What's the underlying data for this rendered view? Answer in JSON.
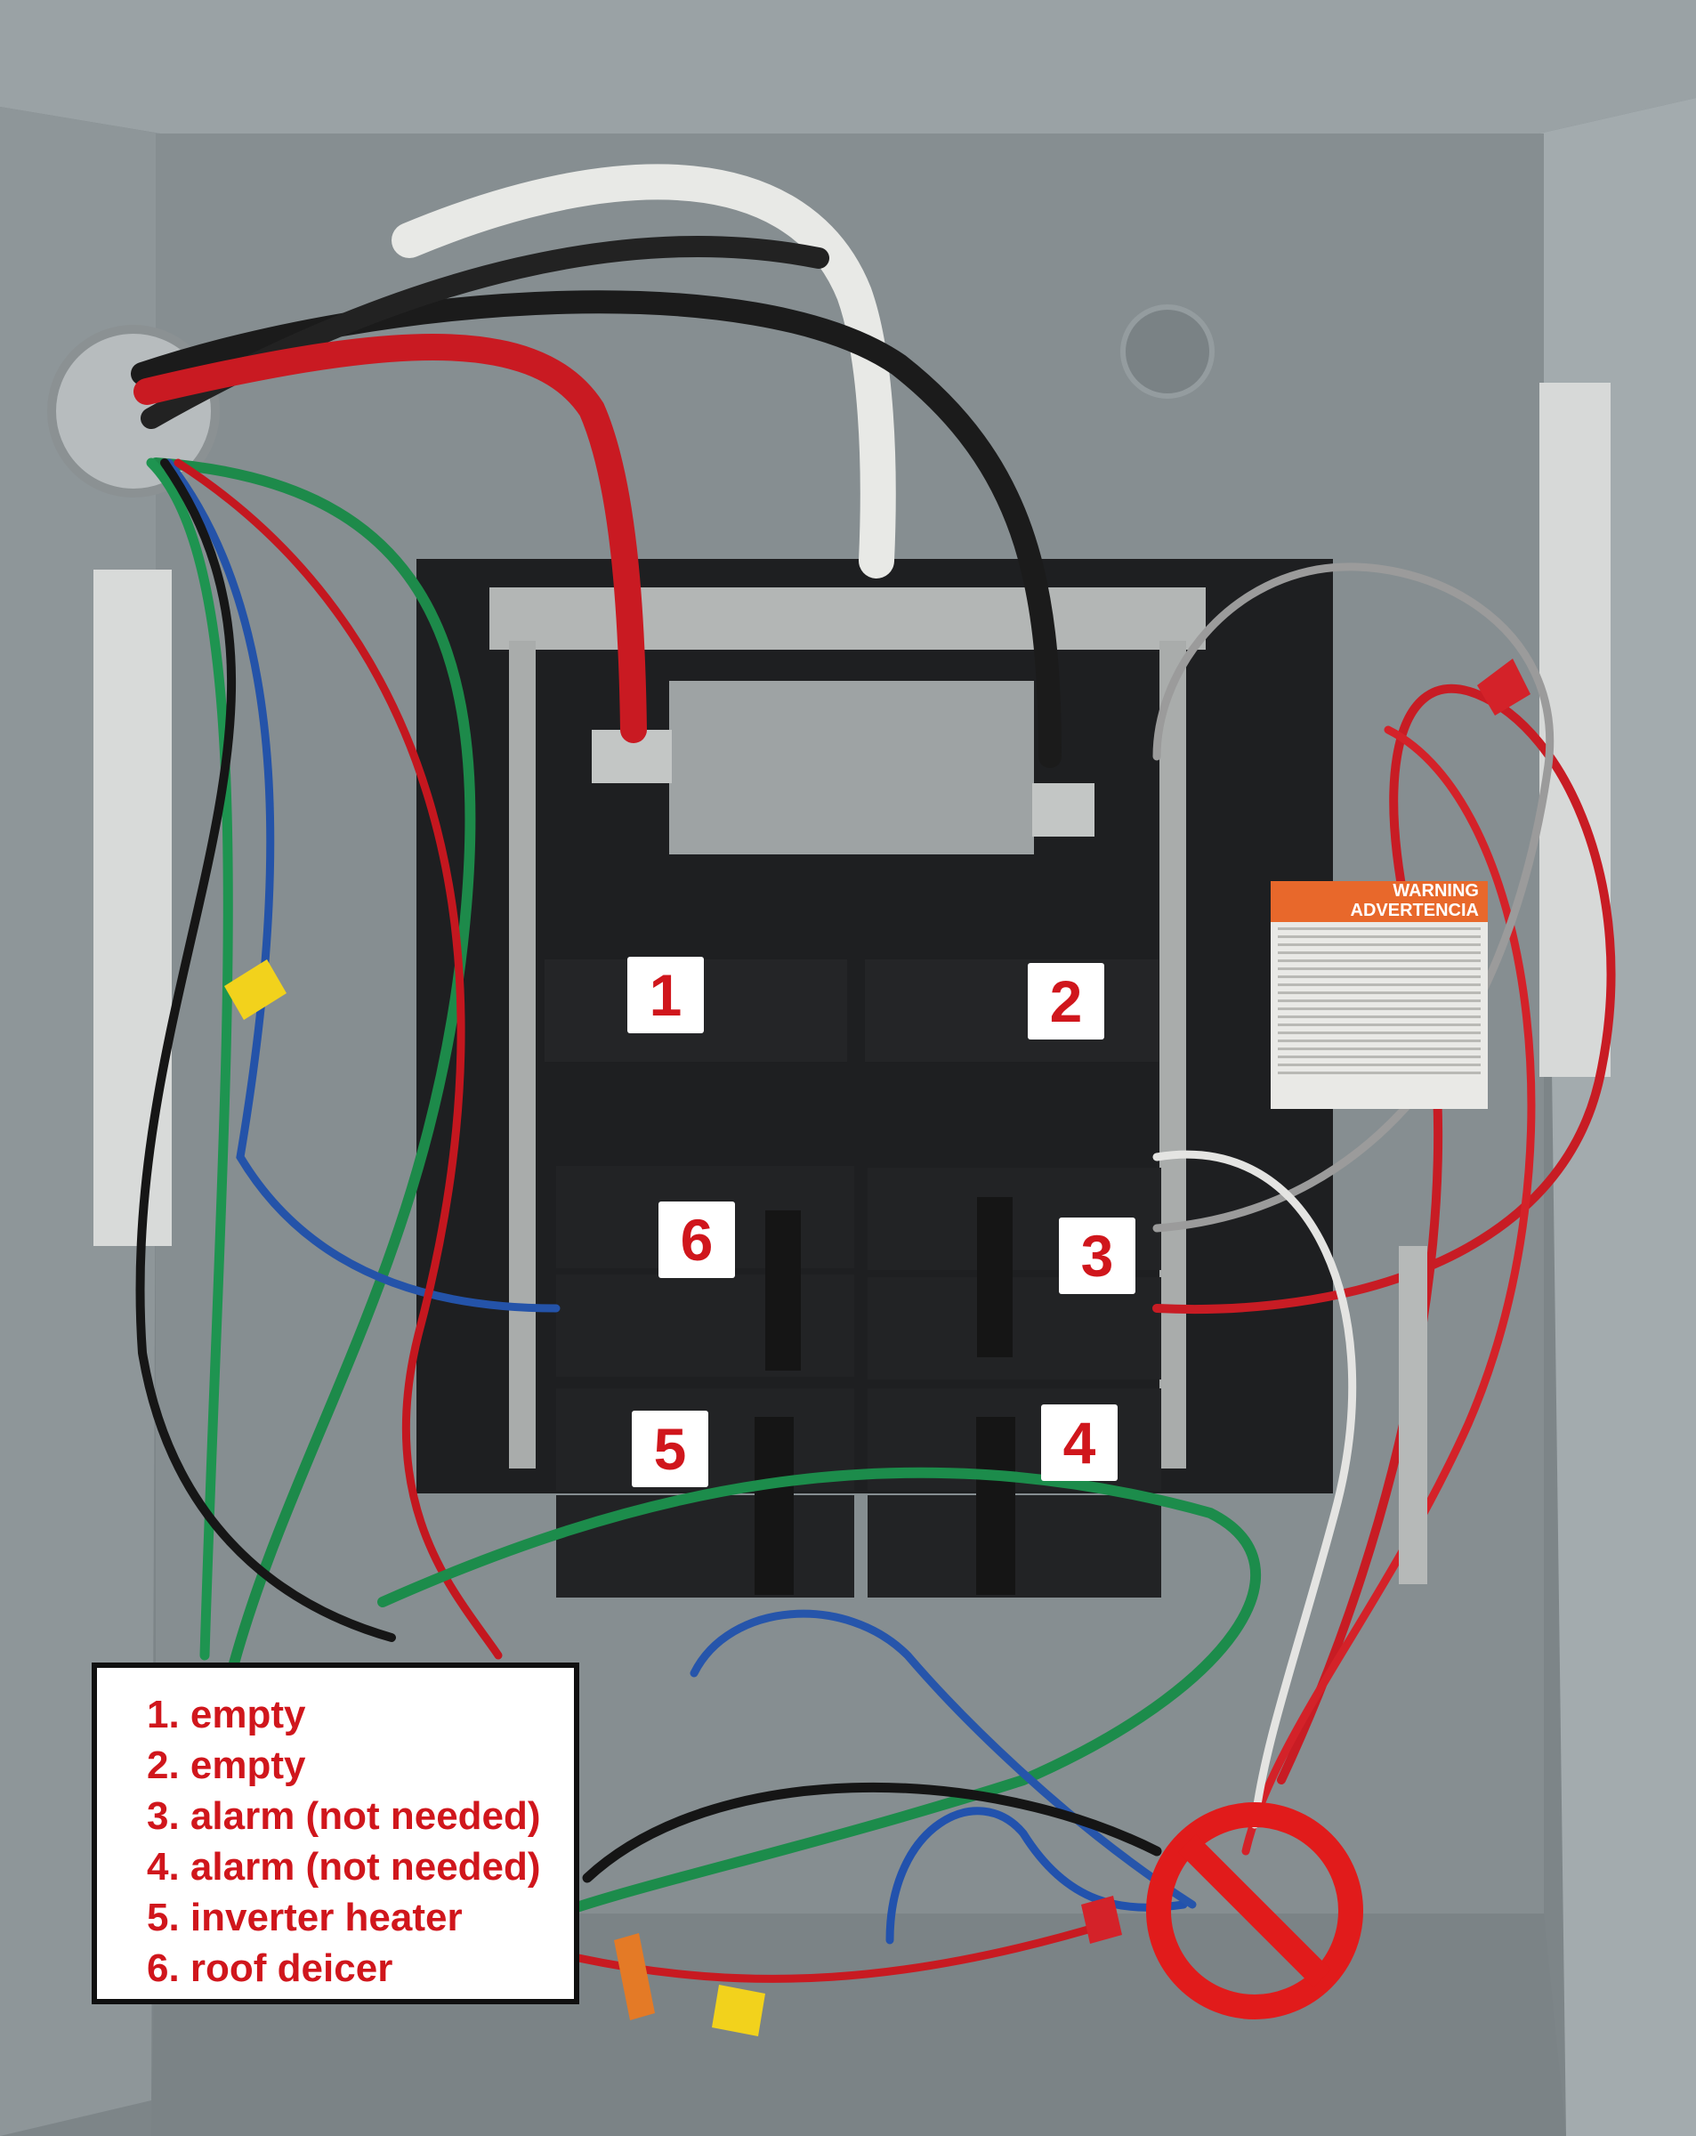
{
  "breaker_labels": [
    "1",
    "2",
    "3",
    "4",
    "5",
    "6"
  ],
  "legend": [
    "1. empty",
    "2. empty",
    "3. alarm (not needed)",
    "4. alarm (not needed)",
    "5. inverter heater",
    "6. roof deicer"
  ],
  "warning_sign": [
    "WARNING",
    "ADVERTENCIA"
  ],
  "colors": {
    "label_text": "#d0161c",
    "label_bg": "#ffffff",
    "legend_border": "#101010",
    "no_symbol": "#e11b1b",
    "enclosure": "#8a9295"
  }
}
